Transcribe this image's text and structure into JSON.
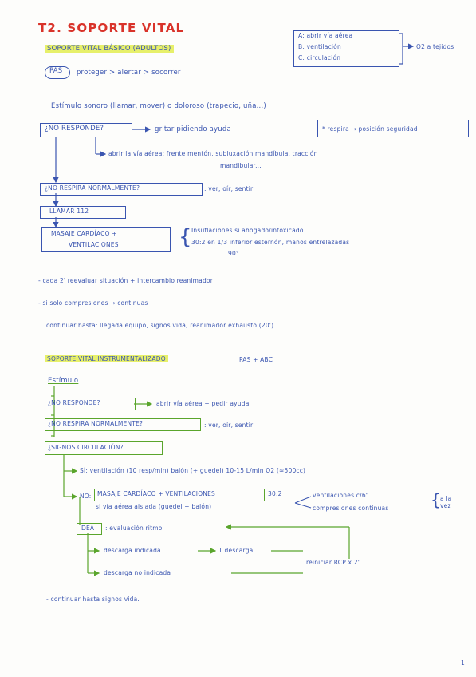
{
  "title": "T2. SOPORTE VITAL",
  "svb": {
    "heading": "SOPORTE VITAL BÁSICO (ADULTOS)",
    "abc": [
      "A: abrir vía aérea",
      "B: ventilación",
      "C: circulación"
    ],
    "abc_target": "O2 a tejidos",
    "pas_label": "PAS",
    "pas_text": ": proteger > alertar > socorrer",
    "stimulus": "Estímulo sonoro (llamar, mover) o doloroso (trapecio, uña...)",
    "no_responde": "¿NO RESPONDE?",
    "pedir_ayuda": "gritar pidiendo ayuda",
    "recovery": "* respira → posición seguridad",
    "abrir_via": "abrir la vía aérea: frente mentón, subluxación mandíbula, tracción",
    "abrir_via_2": "mandibular...",
    "no_respira": "¿NO RESPIRA NORMALMENTE?",
    "ver_oir": ": ver, oír, sentir",
    "llamar": "LLAMAR 112",
    "masaje": [
      "MASAJE CARDÍACO +",
      "VENTILACIONES"
    ],
    "insuf": "Insuflaciones si ahogado/intoxicado",
    "ratio": "30:2 en 1/3 inferior esternón, manos entrelazadas",
    "angle": "90°",
    "nota1": "- cada 2' reevaluar situación + intercambio reanimador",
    "nota2": "- si solo compresiones → continuas",
    "nota3": "continuar hasta: llegada equipo, signos vida, reanimador exhausto (20')"
  },
  "sva": {
    "heading": "SOPORTE VITAL INSTRUMENTALIZADO",
    "pas_abc": "PAS + ABC",
    "estimulo": "Estímulo",
    "no_responde": "¿NO RESPONDE?",
    "abrir": "abrir vía aérea + pedir ayuda",
    "no_respira": "¿NO RESPIRA NORMALMENTE?",
    "ver_oir": ": ver, oír, sentir",
    "signos": "¿SIGNOS CIRCULACIÓN?",
    "si": "SÍ: ventilación (10 resp/min) balón (+ guedel) 10-15 L/min O2 (≈500cc)",
    "no_label": "NO:",
    "no_box": "MASAJE CARDÍACO + VENTILACIONES",
    "no_ratio": "30:2",
    "no_sub": "si vía aérea aislada (guedel + balón)",
    "vent6": "ventilaciones c/6\"",
    "comp_cont": "compresiones continuas",
    "a_la_vez": "a la vez",
    "dea": "DEA",
    "eval": ": evaluación ritmo",
    "descarga_ind": "descarga indicada",
    "una_descarga": "1 descarga",
    "no_ind": "descarga no indicada",
    "rcp": "reiniciar RCP x 2'",
    "continuar": "- continuar hasta signos vida."
  },
  "page_number": "1",
  "colors": {
    "ink": "#3a55b0",
    "green": "#5aa52c",
    "red": "#d9332a",
    "highlight": "#e7f06a"
  }
}
